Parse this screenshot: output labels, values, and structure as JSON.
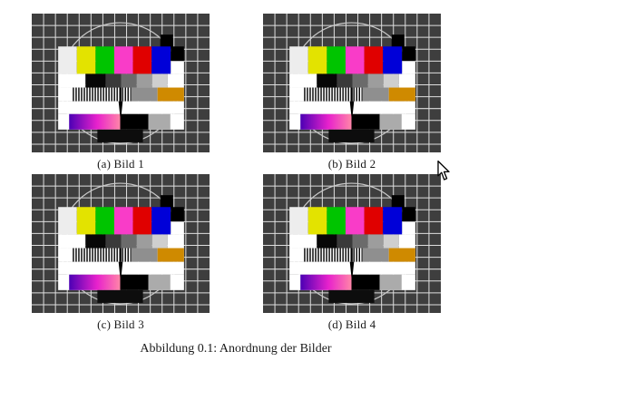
{
  "document": {
    "figure_caption": "Abbildung 0.1: Anordnung der Bilder",
    "subfigures": [
      {
        "label": "(a) Bild 1"
      },
      {
        "label": "(b) Bild 2"
      },
      {
        "label": "(c) Bild 3"
      },
      {
        "label": "(d) Bild 4"
      }
    ]
  },
  "test_pattern": {
    "icon": "tv-test-card",
    "colors": {
      "background": "#3e3e3e",
      "grid_line": "#dedede",
      "circle_outline": "#c9c9c9",
      "bars": [
        "#ededed",
        "#e3e300",
        "#00c400",
        "#f93cc8",
        "#e00000",
        "#0000d8"
      ],
      "ochre": "#cf8a00"
    }
  },
  "cursor": {
    "icon": "arrow-cursor"
  }
}
